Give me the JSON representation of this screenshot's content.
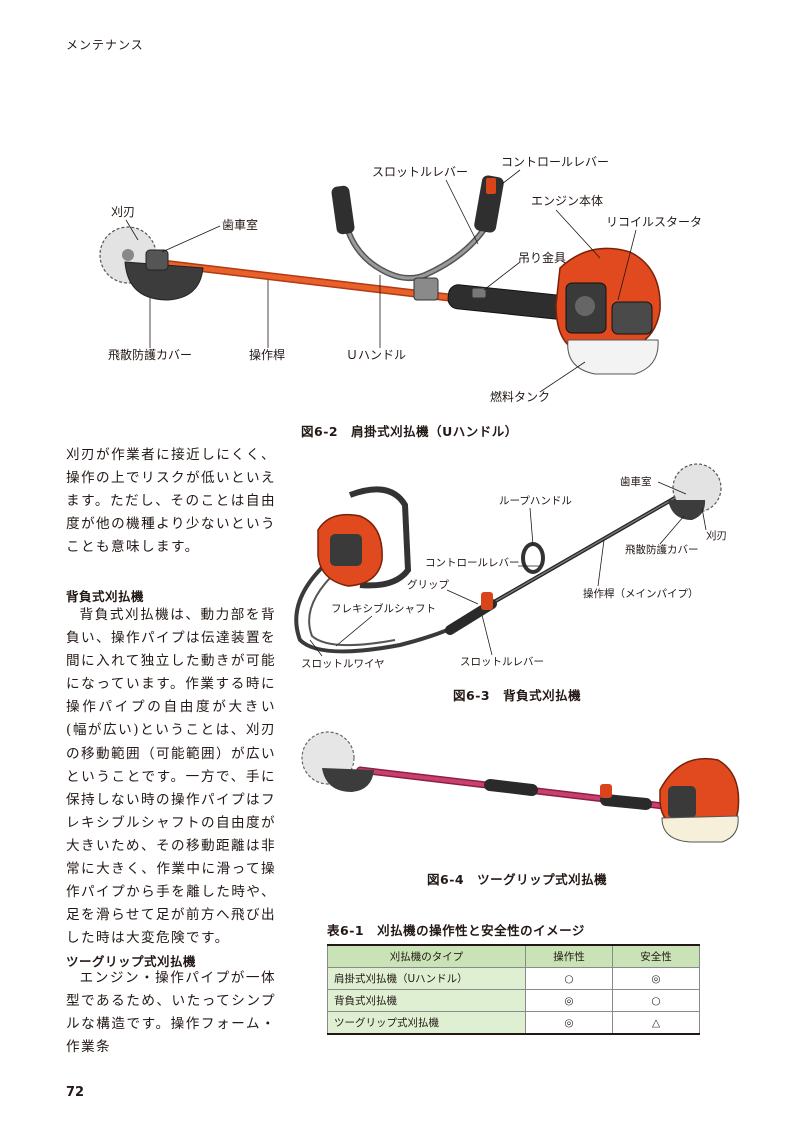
{
  "running_head": "メンテナンス",
  "page_number": "72",
  "figures": {
    "fig62": {
      "caption": "図6-2　肩掛式刈払機（Uハンドル）",
      "labels": {
        "blade": "刈刃",
        "gearbox": "歯車室",
        "throttle_lever": "スロットルレバー",
        "control_lever": "コントロールレバー",
        "engine_body": "エンジン本体",
        "recoil_starter": "リコイルスタータ",
        "hanger": "吊り金具",
        "guard_cover": "飛散防護カバー",
        "shaft": "操作桿",
        "u_handle": "Ｕハンドル",
        "fuel_tank": "燃料タンク"
      }
    },
    "fig63": {
      "caption": "図6-3　背負式刈払機",
      "labels": {
        "gearbox": "歯車室",
        "loop_handle": "ループハンドル",
        "blade": "刈刃",
        "guard_cover": "飛散防護カバー",
        "control_lever": "コントロールレバー",
        "grip": "グリップ",
        "shaft": "操作桿（メインパイプ）",
        "flexible_shaft": "フレキシブルシャフト",
        "throttle_wire": "スロットルワイヤ",
        "throttle_lever": "スロットルレバー"
      }
    },
    "fig64": {
      "caption": "図6-4　ツーグリップ式刈払機"
    }
  },
  "body": {
    "para1": "刈刃が作業者に接近しにくく、操作の上でリスクが低いといえます。ただし、そのことは自由度が他の機種より少ないということも意味します。",
    "heading_backpack": "背負式刈払機",
    "para_backpack": "背負式刈払機は、動力部を背負い、操作パイプは伝達装置を間に入れて独立した動きが可能になっています。作業する時に操作パイプの自由度が大きい(幅が広い)ということは、刈刃の移動範囲（可能範囲）が広いということです。一方で、手に保持しない時の操作パイプはフレキシブルシャフトの自由度が大きいため、その移動距離は非常に大きく、作業中に滑って操作パイプから手を離した時や、足を滑らせて足が前方へ飛び出した時は大変危険です。",
    "heading_twogrip": "ツーグリップ式刈払機",
    "para_twogrip": "エンジン・操作パイプが一体型であるため、いたってシンプルな構造です。操作フォーム・作業条"
  },
  "table": {
    "caption": "表6-1　刈払機の操作性と安全性のイメージ",
    "headers": [
      "刈払機のタイプ",
      "操作性",
      "安全性"
    ],
    "rows": [
      [
        "肩掛式刈払機（Uハンドル）",
        "○",
        "◎"
      ],
      [
        "背負式刈払機",
        "◎",
        "○"
      ],
      [
        "ツーグリップ式刈払機",
        "◎",
        "△"
      ]
    ]
  },
  "colors": {
    "engine_orange": "#e04a1e",
    "shaft_orange": "#e8602a",
    "shaft_pink": "#c8416e",
    "table_header_green": "#c9e3b6",
    "table_cell_green": "#dff0d2"
  }
}
